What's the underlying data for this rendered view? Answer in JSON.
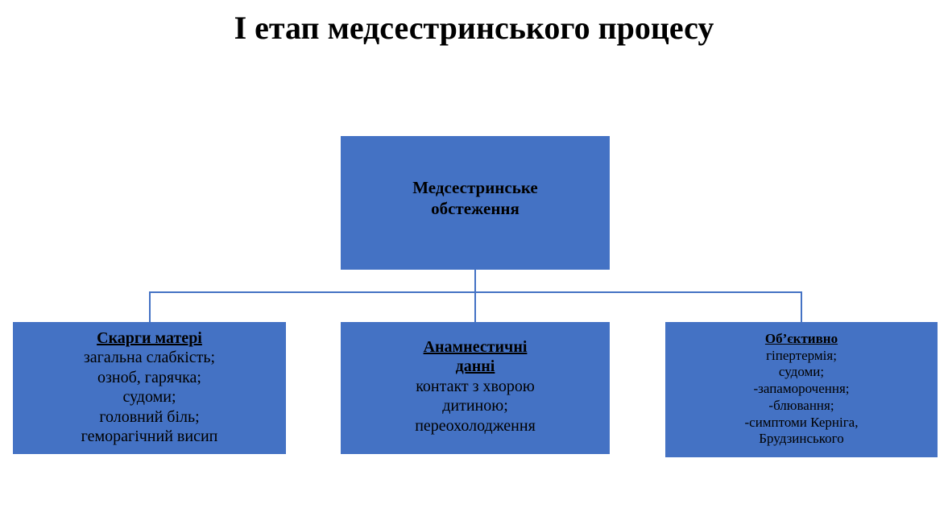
{
  "slide": {
    "title": "І етап медсестринського процесу",
    "background_color": "#FFFFFF",
    "box_fill_color": "#4472C4",
    "connector_color": "#4472C4",
    "text_color": "#000000"
  },
  "chart_data": {
    "type": "diagram",
    "diagram_kind": "organizational-hierarchy",
    "title": "І етап медсестринського процесу",
    "root": {
      "id": "root",
      "lines": [
        "Медсестринське",
        "обстеження"
      ]
    },
    "children": [
      {
        "id": "complaints",
        "heading": "Скарги матері",
        "lines": [
          "загальна слабкість;",
          "озноб, гарячка;",
          "судоми;",
          "головний біль;",
          "геморагічний висип"
        ]
      },
      {
        "id": "anamnesis",
        "heading_lines": [
          "Анамнестичні",
          "данні"
        ],
        "lines": [
          "контакт з хворою",
          "дитиною;",
          "переохолодження"
        ]
      },
      {
        "id": "objective",
        "heading": "Об’єктивно",
        "lines": [
          "гіпертермія;",
          "судоми;",
          "-запаморочення;",
          "-блювання;",
          "-симптоми Керніга,",
          "Брудзинського"
        ]
      }
    ]
  },
  "nodes": {
    "root": {
      "line1": "Медсестринське",
      "line2": "обстеження"
    },
    "complaints": {
      "heading": "Скарги матері",
      "line1": "загальна слабкість;",
      "line2": "озноб, гарячка;",
      "line3": "судоми;",
      "line4": "головний біль;",
      "line5": "геморагічний висип"
    },
    "anamnesis": {
      "heading1": "Анамнестичні",
      "heading2": "данні",
      "line1": "контакт з хворою",
      "line2": "дитиною;",
      "line3": "переохолодження"
    },
    "objective": {
      "heading": "Об’єктивно",
      "line1": "гіпертермія;",
      "line2": "судоми;",
      "line3": "-запаморочення;",
      "line4": "-блювання;",
      "line5": "-симптоми Керніга,",
      "line6": "Брудзинського"
    }
  }
}
